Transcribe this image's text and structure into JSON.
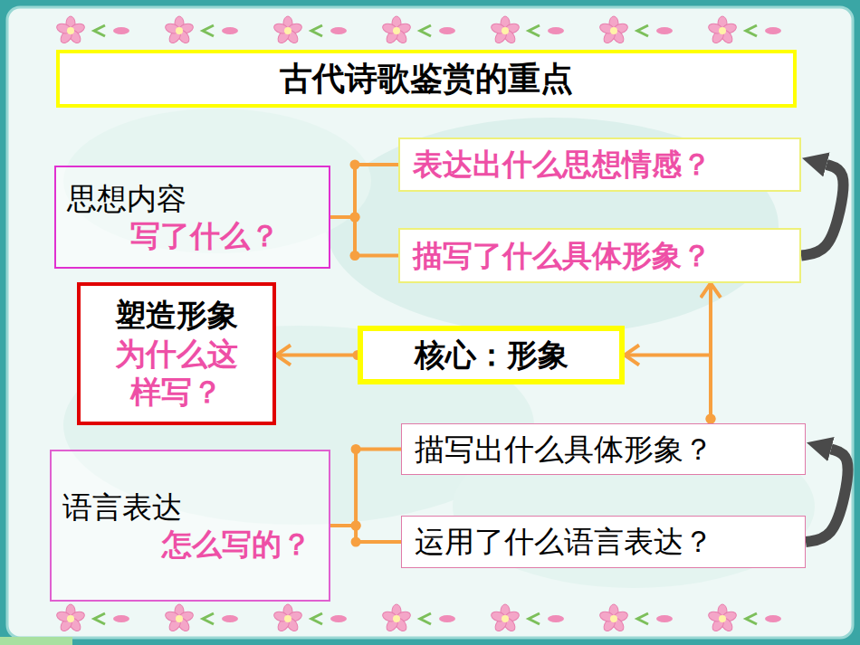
{
  "diagram": {
    "title": "古代诗歌鉴赏的重点",
    "nodes": [
      {
        "text": [
          "思想内容",
          "写了什么？"
        ]
      },
      {
        "text": [
          "表达出什么思想情感？"
        ]
      },
      {
        "text": [
          "描写了什么具体形象？"
        ]
      },
      {
        "text": [
          "塑造形象",
          "为什么这样写？"
        ]
      },
      {
        "text": [
          "核心：形象"
        ]
      },
      {
        "text": [
          "描写出什么具体形象？"
        ]
      },
      {
        "text": [
          "运用了什么语言表达？"
        ]
      },
      {
        "text": [
          "语言表达",
          "怎么写的？"
        ]
      }
    ],
    "edges": [
      {
        "from": 0,
        "to": 1,
        "arrow": "none"
      },
      {
        "from": 0,
        "to": 2,
        "arrow": "none"
      },
      {
        "from": 2,
        "to": 1,
        "arrow": "to"
      },
      {
        "from": 4,
        "to": 3,
        "arrow": "to"
      },
      {
        "from": 5,
        "to": 2,
        "arrow": "to"
      },
      {
        "from": 5,
        "to": 4,
        "arrow": "to"
      },
      {
        "from": 7,
        "to": 5,
        "arrow": "none"
      },
      {
        "from": 7,
        "to": 6,
        "arrow": "none"
      },
      {
        "from": 6,
        "to": 5,
        "arrow": "to"
      }
    ]
  }
}
